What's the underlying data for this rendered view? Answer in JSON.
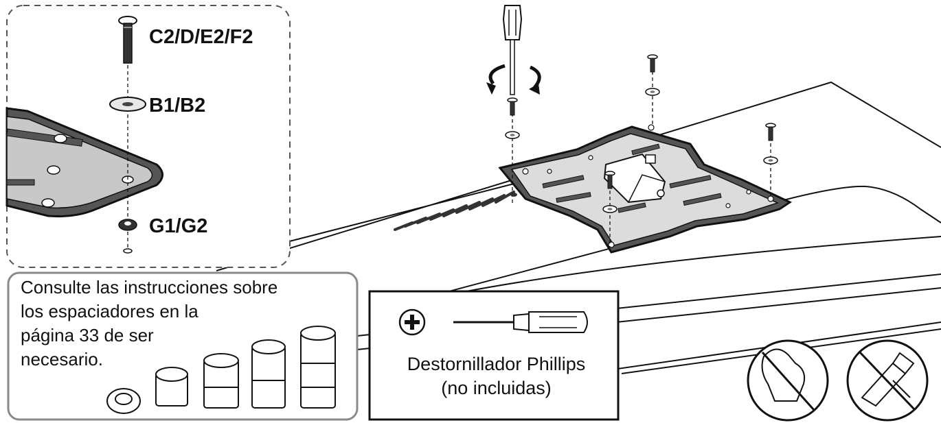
{
  "parts": {
    "screw_label": "C2/D/E2/F2",
    "washer_label": "B1/B2",
    "nut_label": "G1/G2"
  },
  "note": {
    "lines": [
      "Consulte las instrucciones sobre",
      "los espaciadores en la",
      "página 33 de ser",
      "necesario."
    ]
  },
  "tool": {
    "name": "Destornillador Phillips",
    "qualifier": "(no incluidas)",
    "icon": "phillips-plus-icon"
  },
  "warnings": [
    {
      "icon": "no-overtighten-icon"
    },
    {
      "icon": "no-power-drill-icon"
    }
  ],
  "colors": {
    "line": "#1a1a1a",
    "plate_fill": "#555555",
    "detail_fill": "#c8c8c8",
    "frame_gray": "#8a8a8a"
  }
}
